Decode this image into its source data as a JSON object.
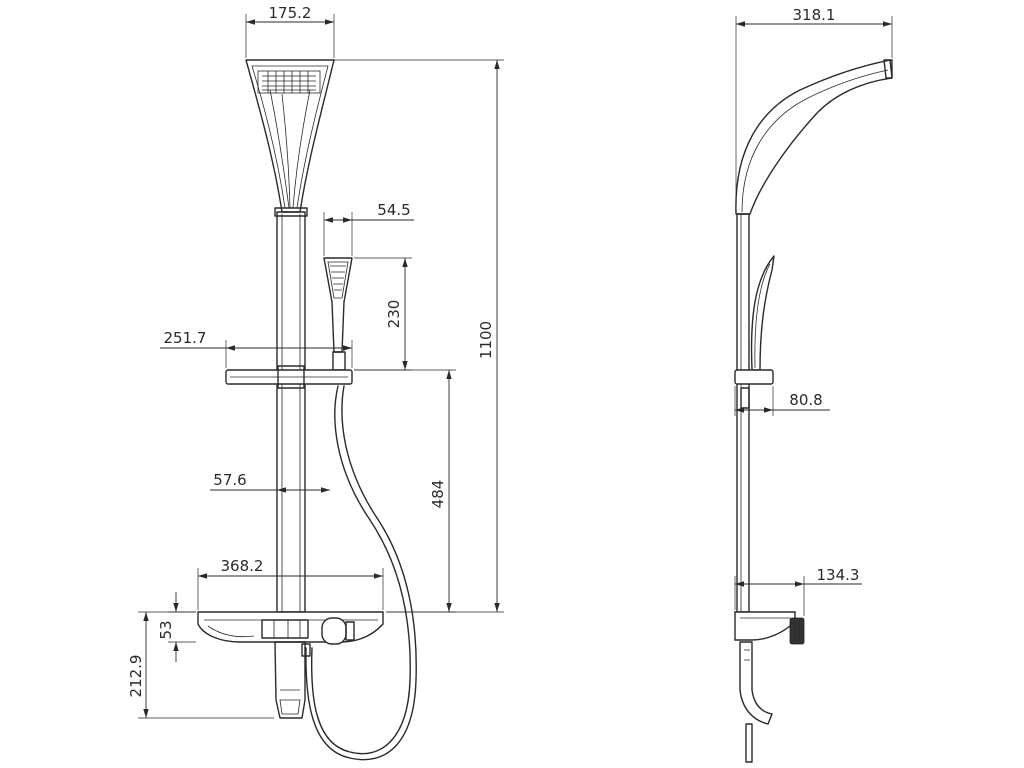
{
  "dimensions": {
    "head_width": "175.2",
    "hand_shower_width": "54.5",
    "hand_shower_length": "230",
    "total_height": "1100",
    "upper_shelf_width": "251.7",
    "slider_to_shelf": "484",
    "bar_to_hose": "57.6",
    "lower_shelf_width": "368.2",
    "shelf_thickness": "53",
    "lower_section_height": "212.9",
    "side_depth": "318.1",
    "side_holder_depth": "80.8",
    "side_valve_depth": "134.3"
  },
  "colors": {
    "line": "#2a2a2a",
    "background": "#ffffff"
  }
}
